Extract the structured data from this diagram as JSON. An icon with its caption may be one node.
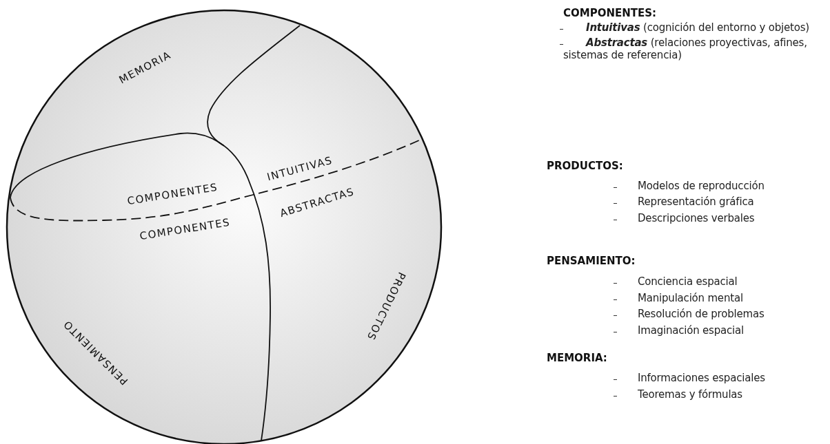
{
  "diagram": {
    "labels": [
      "MEMORIA",
      "COMPONENTES",
      "INTUITIVAS",
      "ABSTRACTAS",
      "COMPONENTES",
      "PENSAMIENTO",
      "PRODUCTOS",
      "COMPONENTES:",
      "**Intuitivas** (cognición del entorno y objetos)",
      "**Abstractas** (relaciones proyectivas, afines, sistemas de referencia)",
      "PRODUCTOS:",
      "Modelos de reproducción",
      "Representación gráfica",
      "Descripciones verbales",
      "PENSAMIENTO:",
      "Conciencia espacial",
      "Manipulación mental",
      "Resolución de problemas",
      "Imaginación espacial",
      "MEMORIA:",
      "Informaciones espaciales",
      "Teoremas y fórmulas"
    ]
  }
}
